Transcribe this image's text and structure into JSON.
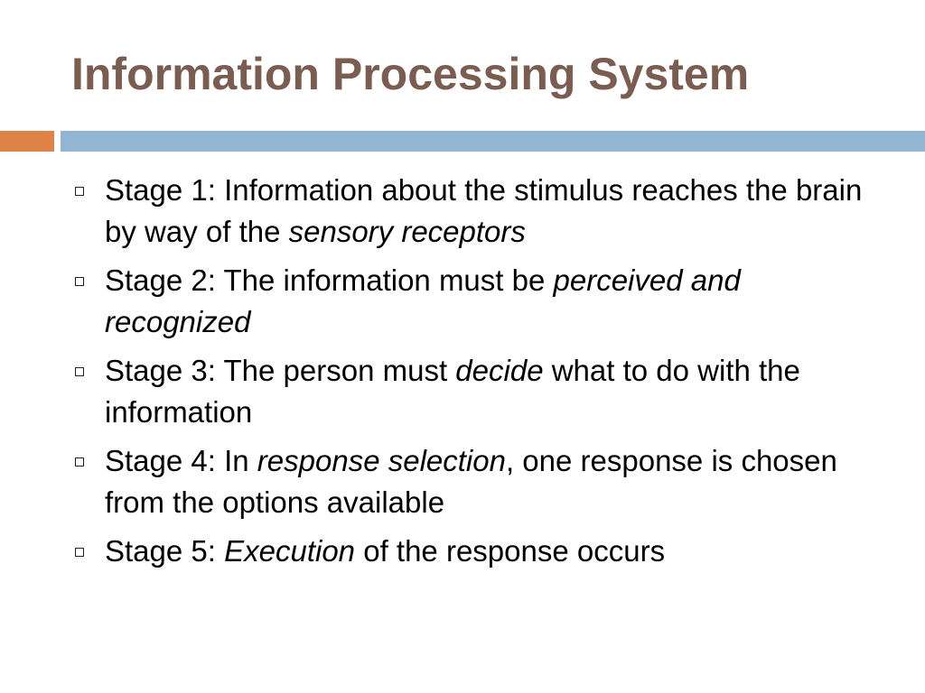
{
  "slide": {
    "title": "Information Processing System",
    "colors": {
      "title": "#7a5c50",
      "accent_orange": "#dd8347",
      "accent_blue": "#92b5d4",
      "text": "#000000"
    },
    "bullet_icon": "hollow-square-icon",
    "bullets": [
      {
        "parts": [
          {
            "text": "Stage 1: Information about the stimulus reaches the brain by way of the ",
            "italic": false
          },
          {
            "text": "sensory receptors",
            "italic": true
          }
        ]
      },
      {
        "parts": [
          {
            "text": "Stage 2: The information must be ",
            "italic": false
          },
          {
            "text": "perceived and recognized",
            "italic": true
          }
        ]
      },
      {
        "parts": [
          {
            "text": "Stage 3: The person must ",
            "italic": false
          },
          {
            "text": "decide",
            "italic": true
          },
          {
            "text": " what to do with the information",
            "italic": false
          }
        ]
      },
      {
        "parts": [
          {
            "text": "Stage 4: In ",
            "italic": false
          },
          {
            "text": "response selection",
            "italic": true
          },
          {
            "text": ", one response is chosen from the options available",
            "italic": false
          }
        ]
      },
      {
        "parts": [
          {
            "text": "Stage 5: ",
            "italic": false
          },
          {
            "text": "Execution",
            "italic": true
          },
          {
            "text": " of the response occurs",
            "italic": false
          }
        ]
      }
    ]
  }
}
